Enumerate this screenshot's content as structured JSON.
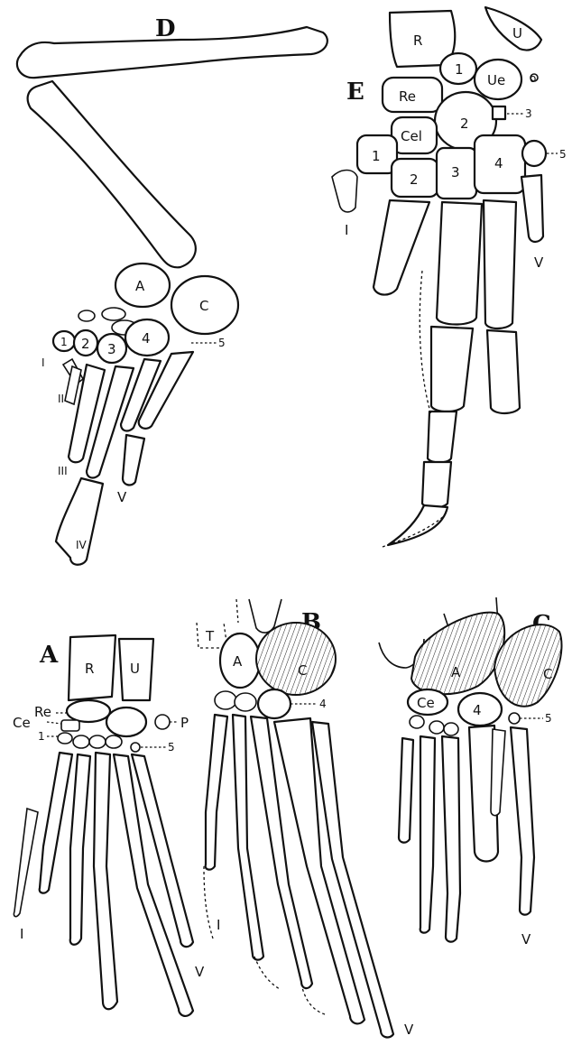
{
  "figures": {
    "D": {
      "letter": "D",
      "labels": [
        "A",
        "C",
        "1",
        "2",
        "3",
        "4",
        "5",
        "I",
        "II",
        "III",
        "V",
        "IV"
      ]
    },
    "E": {
      "letter": "E",
      "labels": [
        "R",
        "U",
        "1",
        "Ue",
        "o",
        "Re",
        "2",
        "3",
        "Cel",
        "1",
        "2",
        "3",
        "4",
        "5",
        "I",
        "V"
      ]
    },
    "A": {
      "letter": "A",
      "labels": [
        "R",
        "U",
        "Re",
        "Ce",
        "1",
        "P",
        "5",
        "I",
        "V"
      ]
    },
    "B": {
      "letter": "B",
      "labels": [
        "T",
        "A",
        "C",
        "4",
        "I",
        "V"
      ]
    },
    "C": {
      "letter": "C",
      "labels": [
        "A",
        "C",
        "Ce",
        "4",
        "5",
        "V"
      ]
    }
  },
  "icons": {
    "carpal-bone": "carpal-bone-shape",
    "metacarpal": "metacarpal-shape",
    "claw": "claw-shape"
  }
}
